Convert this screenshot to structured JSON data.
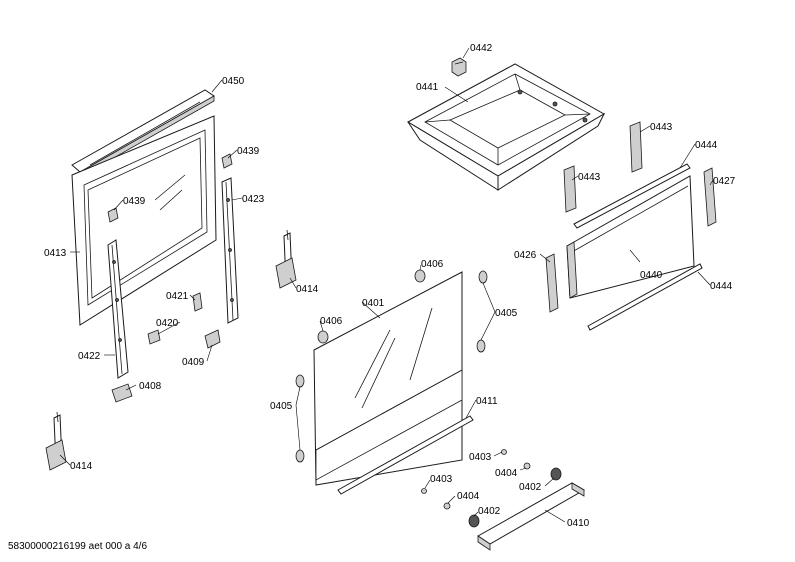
{
  "labels": {
    "p0442": "0442",
    "p0441": "0441",
    "p0450": "0450",
    "p0439a": "0439",
    "p0439b": "0439",
    "p0423": "0423",
    "p0413": "0413",
    "p0443a": "0443",
    "p0443b": "0443",
    "p0444a": "0444",
    "p0444b": "0444",
    "p0427": "0427",
    "p0426": "0426",
    "p0440": "0440",
    "p0406a": "0406",
    "p0406b": "0406",
    "p0414a": "0414",
    "p0414b": "0414",
    "p0421": "0421",
    "p0420": "0420",
    "p0409": "0409",
    "p0422": "0422",
    "p0408": "0408",
    "p0401": "0401",
    "p0405a": "0405",
    "p0405b": "0405",
    "p0411": "0411",
    "p0403a": "0403",
    "p0403b": "0403",
    "p0404a": "0404",
    "p0404b": "0404",
    "p0402a": "0402",
    "p0402b": "0402",
    "p0410": "0410"
  },
  "footer": {
    "document_id": "58300000216199 aet 000 a 4/6"
  }
}
